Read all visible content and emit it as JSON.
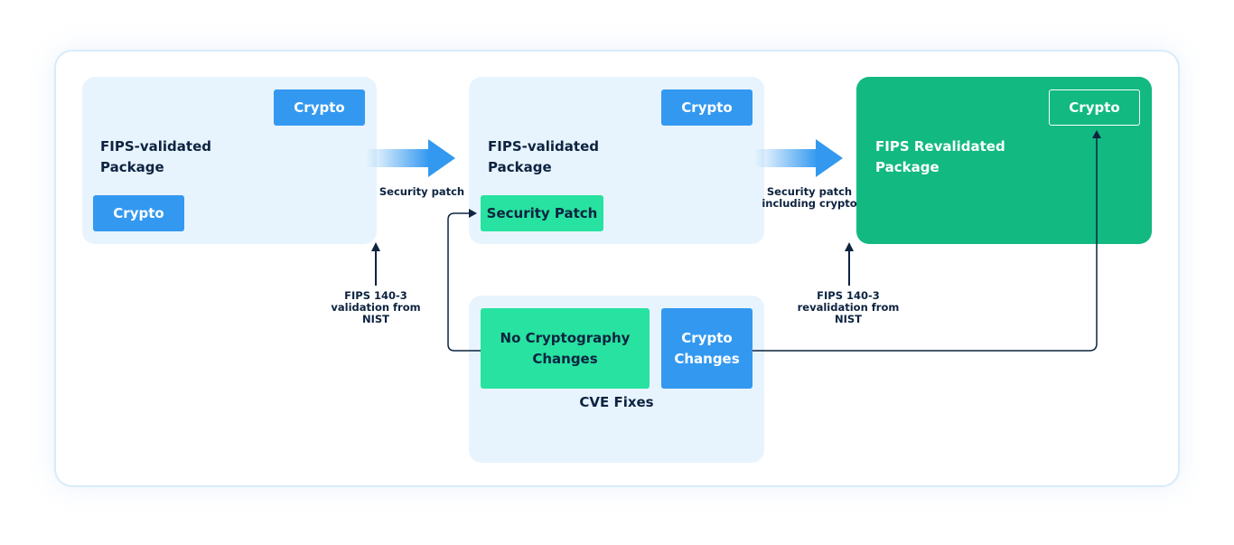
{
  "diagram": {
    "left_panel": {
      "title": "FIPS-validated\nPackage",
      "crypto_top": "Crypto",
      "crypto_bottom": "Crypto"
    },
    "middle_panel": {
      "title": "FIPS-validated\nPackage",
      "crypto": "Crypto",
      "security_patch": "Security Patch"
    },
    "right_panel": {
      "title": "FIPS Revalidated\nPackage",
      "crypto": "Crypto"
    },
    "cve_panel": {
      "no_crypto": "No Cryptography\nChanges",
      "crypto_changes": "Crypto\nChanges",
      "label": "CVE Fixes"
    },
    "arrows": {
      "security_patch": "Security patch",
      "security_patch_crypto": "Security patch\nincluding crypto",
      "fips_validation": "FIPS 140-3\nvalidation from\nNIST",
      "fips_revalidation": "FIPS 140-3\nrevalidation from\nNIST"
    }
  },
  "colors": {
    "panel_bg": "#e8f4fd",
    "blue": "#3399f0",
    "mint": "#27e2a0",
    "green": "#12b981",
    "navy": "#0d2340"
  }
}
